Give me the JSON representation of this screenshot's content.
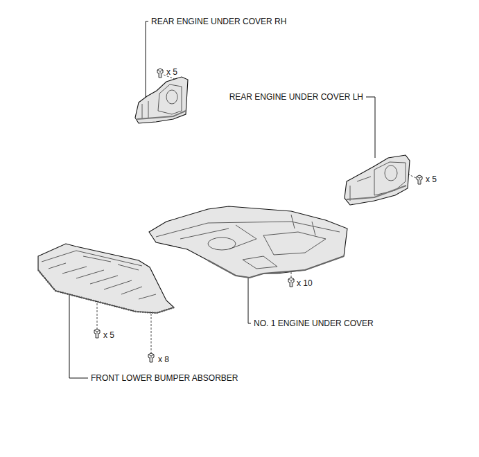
{
  "diagram": {
    "labels": [
      "REAR ENGINE UNDER COVER RH",
      "x 5",
      "REAR ENGINE UNDER COVER LH",
      "x 5",
      "x 10",
      "NO. 1 ENGINE UNDER COVER",
      "x 5",
      "x 8",
      "FRONT LOWER BUMPER ABSORBER"
    ]
  }
}
